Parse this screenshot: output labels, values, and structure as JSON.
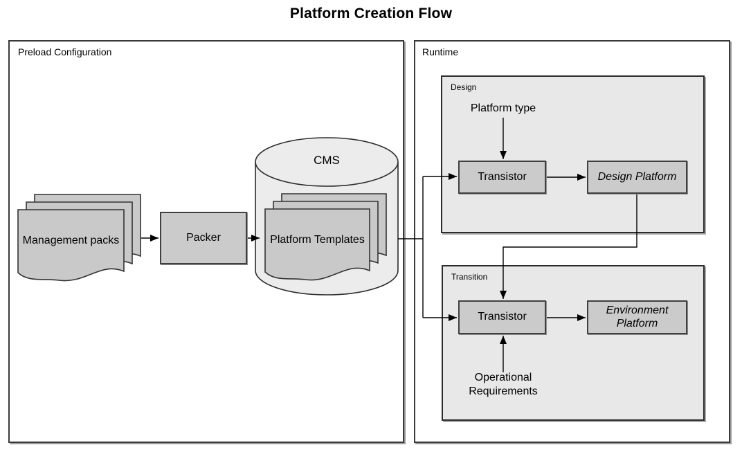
{
  "title": "Platform Creation Flow",
  "colors": {
    "background": "#ffffff",
    "frame_fill": "#ffffff",
    "frame_border": "#3a3a3a",
    "subbox_fill": "#e8e8e8",
    "node_fill": "#cbcbcb",
    "cylinder_fill": "#ececec",
    "line_color": "#000000",
    "text_color": "#000000"
  },
  "preload": {
    "label": "Preload Configuration",
    "management_packs_label": "Management packs",
    "packer_label": "Packer",
    "cms_label": "CMS",
    "platform_templates_label": "Platform Templates"
  },
  "runtime": {
    "label": "Runtime",
    "design": {
      "label": "Design",
      "platform_type_label": "Platform type",
      "transistor_label": "Transistor",
      "design_platform_label": "Design Platform"
    },
    "transition": {
      "label": "Transition",
      "transistor_label": "Transistor",
      "environment_platform_label": "Environment Platform",
      "operational_requirements_label": "Operational Requirements"
    }
  }
}
